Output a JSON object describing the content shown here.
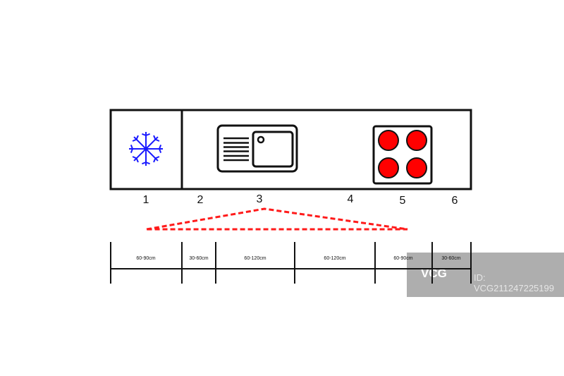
{
  "labels": [
    "1",
    "2",
    "3",
    "4",
    "5",
    "6"
  ],
  "dimensions": [
    "60-90cm",
    "30-60cm",
    "60-120cm",
    "60-120cm",
    "60-90cm",
    "30-60cm"
  ],
  "icons": [
    "snowflake-icon",
    "sink-icon",
    "cooktop-icon"
  ],
  "colors": {
    "snowflake": "#1a1aff",
    "burner": "#ff0000",
    "triangle": "#ff1a1a",
    "line": "#111111"
  },
  "watermark": {
    "logo": "VCG",
    "id": "ID: VCG211247225199"
  }
}
